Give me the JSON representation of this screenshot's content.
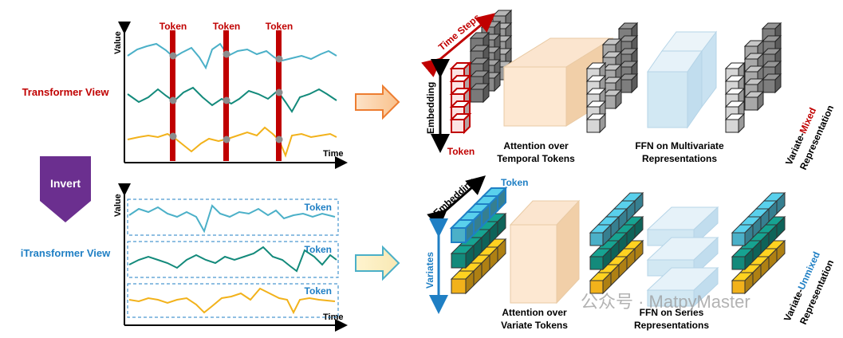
{
  "left": {
    "transformer_view": "Transformer View",
    "itransformer_view": "iTransformer View",
    "invert": "Invert",
    "value_axis": "Value",
    "time_axis": "Time",
    "token": "Token"
  },
  "top_pipeline": {
    "time_steps": "Time Steps",
    "embedding": "Embedding",
    "token": "Token",
    "attention": [
      "Attention over",
      "Temporal Tokens"
    ],
    "ffn": [
      "FFN on Multivariate",
      "Representations"
    ],
    "rep_prefix": "Variate-",
    "rep_highlight": "Mixed",
    "rep_suffix": "Representation"
  },
  "bottom_pipeline": {
    "embedding": "Embedding",
    "token": "Token",
    "variates": "Variates",
    "attention": [
      "Attention over",
      "Variate Tokens"
    ],
    "ffn": [
      "FFN on Series",
      "Representations"
    ],
    "rep_prefix": "Variate-",
    "rep_highlight": "Unmixed",
    "rep_suffix": "Representation"
  },
  "watermark": "公众号 · MatpyMaster",
  "colors": {
    "red": "#c00000",
    "blue": "#1f7fc4",
    "purple": "#6b2f8f",
    "series_cyan": "#4bb0c8",
    "series_teal": "#138a7b",
    "series_gold": "#f2b21b"
  }
}
